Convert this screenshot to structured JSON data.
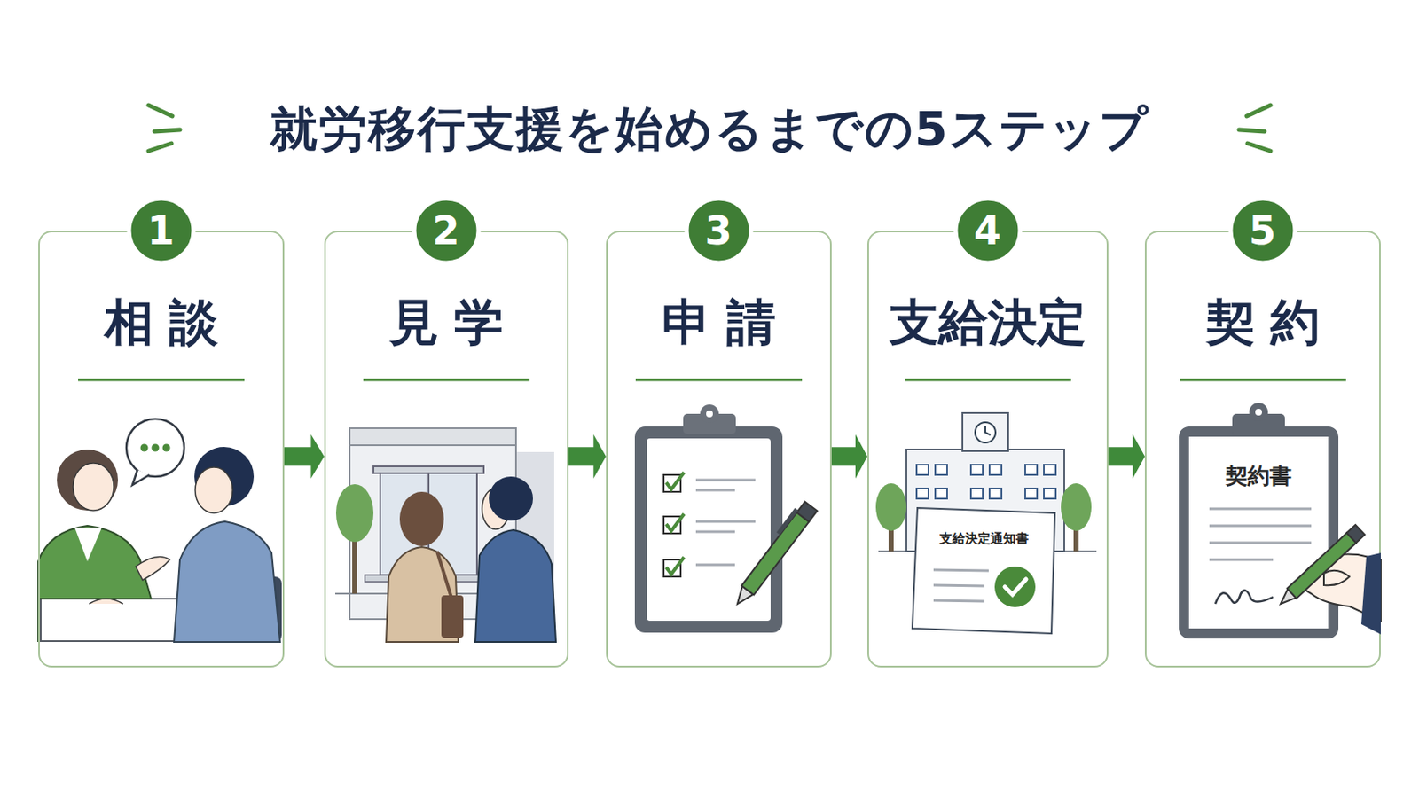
{
  "diagram": {
    "title": "就労移行支援を始めるまでの5ステップ",
    "nodes": [
      {
        "text": [
          "相談"
        ]
      },
      {
        "text": [
          "1"
        ],
        "in": 0
      },
      {
        "text": [
          "見学"
        ]
      },
      {
        "text": [
          "2"
        ],
        "in": 2
      },
      {
        "text": [
          "申請"
        ]
      },
      {
        "text": [
          "3"
        ],
        "in": 4
      },
      {
        "text": [
          "支給決定"
        ]
      },
      {
        "text": [
          "4"
        ],
        "in": 6
      },
      {
        "text": [
          "支給決定通知書"
        ],
        "in": 6
      },
      {
        "text": [
          "契約"
        ]
      },
      {
        "text": [
          "5"
        ],
        "in": 9
      },
      {
        "text": [
          "契約書"
        ],
        "in": 9
      }
    ],
    "edges": [
      {
        "from": 0,
        "to": 2,
        "arrow": "to"
      },
      {
        "from": 2,
        "to": 4,
        "arrow": "to"
      },
      {
        "from": 4,
        "to": 6,
        "arrow": "to"
      },
      {
        "from": 6,
        "to": 9,
        "arrow": "to"
      }
    ]
  }
}
